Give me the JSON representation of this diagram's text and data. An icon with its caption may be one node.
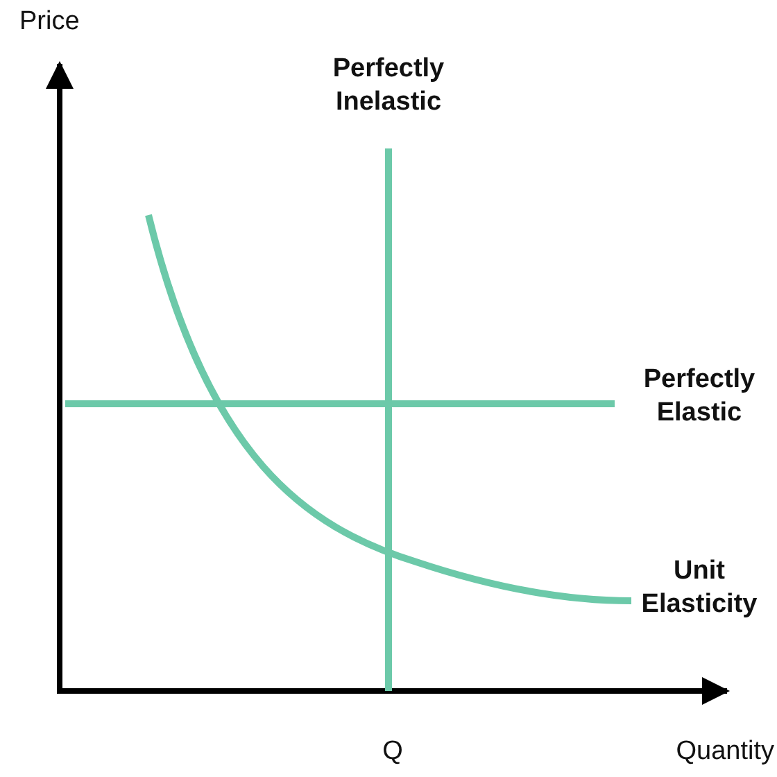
{
  "diagram": {
    "labels": [
      "Price",
      "Perfectly Inelastic",
      "Perfectly Elastic",
      "Unit Elasticity",
      "Q",
      "Quantity"
    ]
  }
}
